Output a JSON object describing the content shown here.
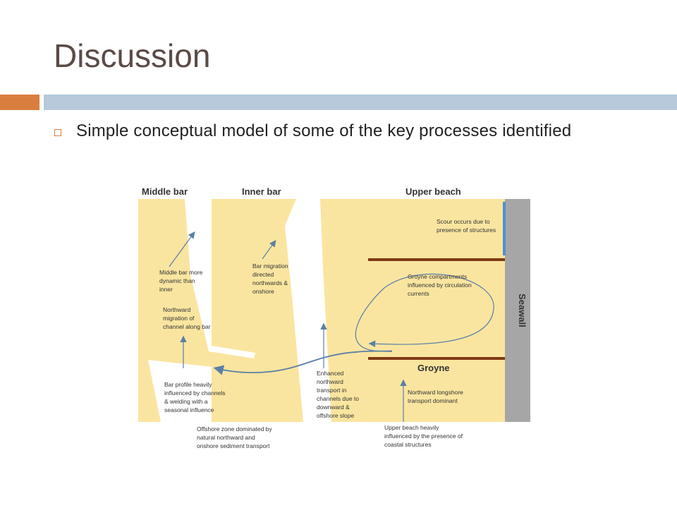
{
  "slide": {
    "title": "Discussion",
    "bullet": "Simple conceptual model of some of the key processes identified"
  },
  "diagram": {
    "headers": {
      "middle_bar": "Middle bar",
      "inner_bar": "Inner bar",
      "upper_beach": "Upper beach"
    },
    "seawall": "Seawall",
    "groyne": "Groyne",
    "notes": {
      "scour": [
        "Scour occurs due to",
        "presence of structures"
      ],
      "groyne_compartments": [
        "Groyne compartments",
        "influenced by circulation",
        "currents"
      ],
      "middle_bar_dynamic": [
        "Middle bar more",
        "dynamic than",
        "inner"
      ],
      "bar_migration": [
        "Bar migration",
        "directed",
        "northwards &",
        "onshore"
      ],
      "northward_migration": [
        "Northward",
        "migration of",
        "channel along bar"
      ],
      "bar_profile": [
        "Bar profile heavily",
        "influenced by channels",
        "& welding with a",
        "seasonal influence"
      ],
      "enhanced_transport": [
        "Enhanced",
        "northward",
        "transport in",
        "channels due to",
        "downward &",
        "offshore slope"
      ],
      "longshore": [
        "Northward longshore",
        "transport dominant"
      ]
    },
    "captions": {
      "offshore": [
        "Offshore zone dominated by",
        "natural northward and",
        "onshore sediment transport"
      ],
      "upper_beach": [
        "Upper beach heavily",
        "influenced by the presence of",
        "coastal structures"
      ]
    },
    "colors": {
      "sand": "#fae5a0",
      "seawall": "#a6a6a6",
      "groyne": "#7f3a14",
      "arrow": "#5b7fa6",
      "scour": "#4f8fd6"
    }
  }
}
